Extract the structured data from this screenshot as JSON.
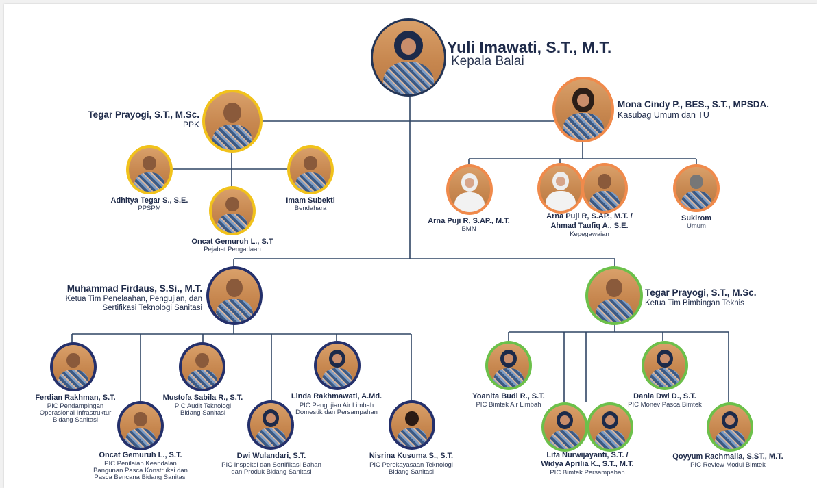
{
  "head": {
    "name": "Yuli Imawati, S.T., M.T.",
    "role": "Kepala Balai"
  },
  "ppk": {
    "name": "Tegar Prayogi, S.T., M.Sc.",
    "role": "PPK"
  },
  "kasubag": {
    "name": "Mona Cindy P., BES., S.T., MPSDA.",
    "role": "Kasubag Umum dan TU"
  },
  "ppk_staff": [
    {
      "name": "Adhitya Tegar S., S.E.",
      "role": "PPSPM"
    },
    {
      "name": "Imam Subekti",
      "role": "Bendahara"
    },
    {
      "name": "Oncat Gemuruh L., S.T",
      "role": "Pejabat Pengadaan"
    }
  ],
  "tu_staff": [
    {
      "name": "Arna Puji R, S.AP., M.T.",
      "role": "BMN"
    },
    {
      "name": "Arna Puji R, S.AP., M.T. /",
      "name2": "Ahmad Taufiq A., S.E.",
      "role": "Kepegawaian"
    },
    {
      "name": "Sukirom",
      "role": "Umum"
    }
  ],
  "team1": {
    "name": "Muhammad Firdaus, S.Si., M.T.",
    "role": "Ketua Tim Penelaahan, Pengujian, dan",
    "role2": "Sertifikasi Teknologi Sanitasi"
  },
  "team2": {
    "name": "Tegar Prayogi, S.T., M.Sc.",
    "role": "Ketua Tim Bimbingan Teknis"
  },
  "team1_members": [
    {
      "name": "Ferdian Rakhman, S.T.",
      "role": "PIC Pendampingan",
      "role2": "Operasional Infrastruktur",
      "role3": "Bidang Sanitasi"
    },
    {
      "name": "Oncat Gemuruh L., S.T.",
      "role": "PIC Penilaian Keandalan",
      "role2": "Bangunan Pasca Konstruksi dan",
      "role3": "Pasca Bencana Bidang Sanitasi"
    },
    {
      "name": "Mustofa Sabila R., S.T.",
      "role": "PIC Audit Teknologi",
      "role2": "Bidang Sanitasi"
    },
    {
      "name": "Dwi Wulandari, S.T.",
      "role": "PIC Inspeksi dan Sertifikasi  Bahan",
      "role2": "dan Produk Bidang Sanitasi"
    },
    {
      "name": "Linda Rakhmawati, A.Md.",
      "role": "PIC Pengujian Air Limbah",
      "role2": "Domestik dan Persampahan"
    },
    {
      "name": "Nisrina Kusuma S., S.T.",
      "role": "PIC Perekayasaan Teknologi",
      "role2": "Bidang Sanitasi"
    }
  ],
  "team2_members": [
    {
      "name": "Yoanita Budi R., S.T.",
      "role": "PIC Bimtek Air Limbah"
    },
    {
      "name": "Lifa Nurwijayanti, S.T. /",
      "name2": "Widya Aprilia K., S.T., M.T.",
      "role": "PIC Bimtek Persampahan"
    },
    {
      "name": "Dania Dwi D., S.T.",
      "role": "PIC Monev Pasca Bimtek"
    },
    {
      "name": "Qoyyum Rachmalia, S.ST., M.T.",
      "role": "PIC Review Modul Bimtek"
    }
  ],
  "colors": {
    "line": "#2f4564",
    "yellow": "#f1c21b",
    "orange": "#f08a4b",
    "navy": "#24306b",
    "green": "#6cc04a",
    "text": "#1f2b4a"
  }
}
